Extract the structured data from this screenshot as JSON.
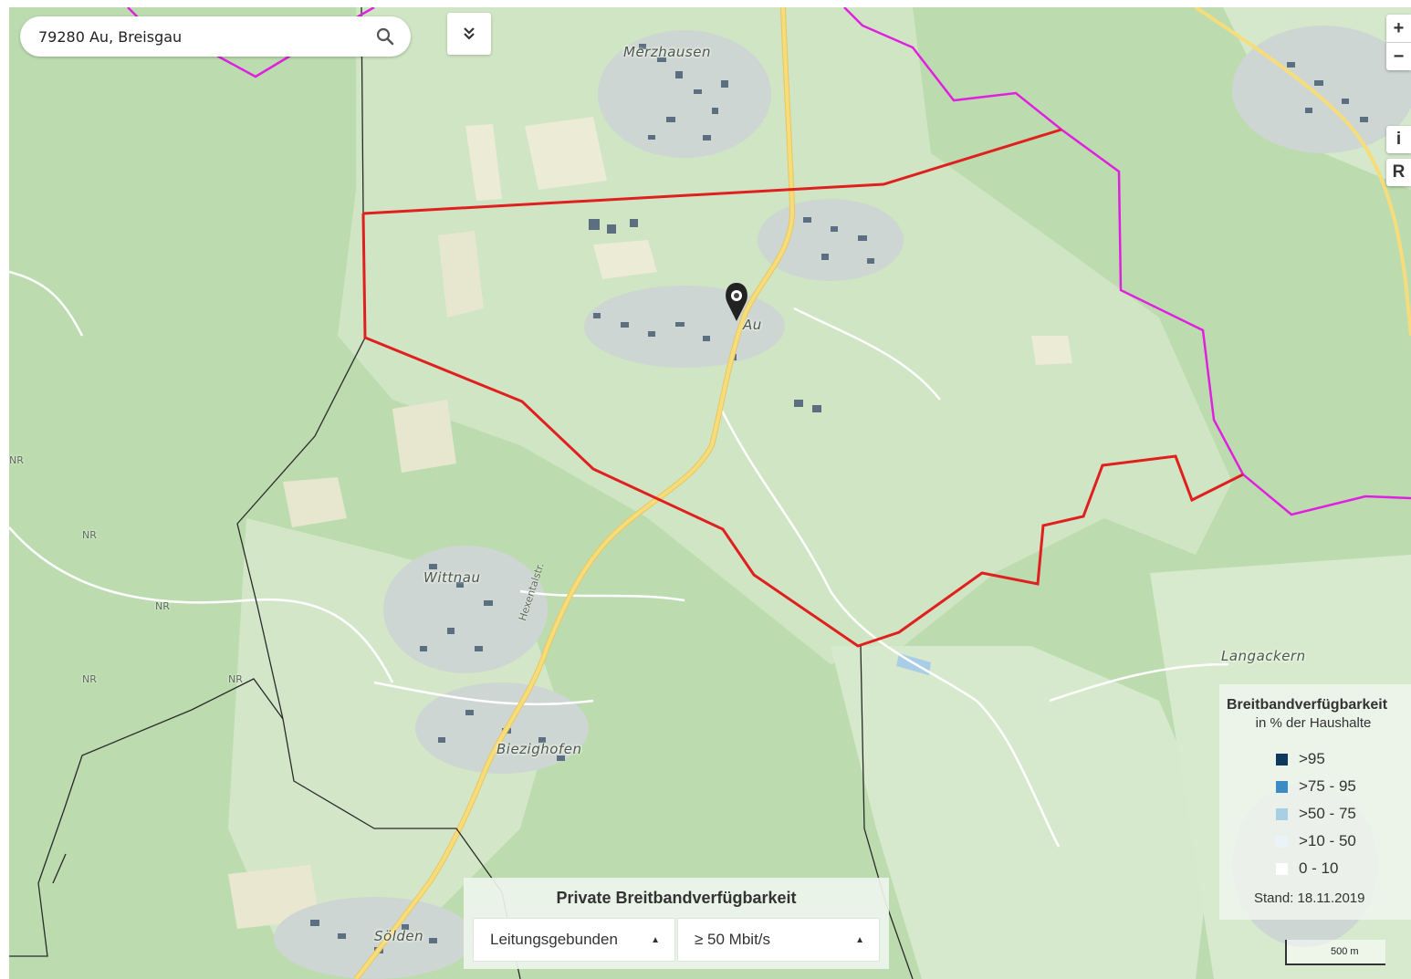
{
  "search": {
    "value": "79280 Au, Breisgau"
  },
  "map_controls": {
    "zoom_in": "+",
    "zoom_out": "−",
    "info": "i",
    "reset": "R"
  },
  "places": {
    "merzhausen": "Merzhausen",
    "au": "Au",
    "wittnau": "Wittnau",
    "biezighofen": "Biezighofen",
    "langackern": "Langackern",
    "solden": "Sölden"
  },
  "streets": {
    "hexentalstr": "Hexentalstr.",
    "nr1": "NR",
    "nr2": "NR",
    "nr3": "NR",
    "nr4": "NR",
    "nr5": "NR"
  },
  "panel": {
    "title": "Private Breitbandverfügbarkeit",
    "technology": "Leitungsgebunden",
    "speed": "≥ 50 Mbit/s"
  },
  "legend": {
    "title": "Breitbandverfügbarkeit",
    "subtitle": "in % der Haushalte",
    "items": [
      {
        "label": ">95",
        "color": "#0d3a5c"
      },
      {
        "label": ">75 - 95",
        "color": "#3b8cc4"
      },
      {
        "label": ">50 - 75",
        "color": "#a9cfe6"
      },
      {
        "label": ">10 - 50",
        "color": "#eaf3f8"
      },
      {
        "label": "0 - 10",
        "color": "#ffffff"
      }
    ],
    "stand": "Stand: 18.11.2019"
  },
  "scale": {
    "label": "500 m"
  },
  "colors": {
    "municipality_border": "#e01f1f",
    "district_border": "#e020e0",
    "road": "#f2d36b",
    "forest": "#bcdcb0",
    "open_land": "#d9ead0"
  }
}
